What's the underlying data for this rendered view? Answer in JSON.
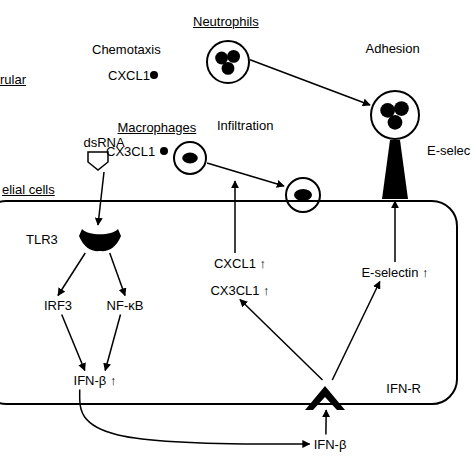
{
  "diagram": {
    "nodes": [
      {
        "text": [
          "Neutrophils"
        ]
      },
      {
        "text": [
          "Adhesion"
        ]
      },
      {
        "text": [
          "Macrophages"
        ]
      },
      {
        "text": [
          "dsRNA"
        ]
      },
      {
        "text": [
          "elial cells"
        ]
      },
      {
        "text": [
          "TLR3"
        ],
        "in": 4
      },
      {
        "text": [
          "IRF3"
        ],
        "in": 4
      },
      {
        "text": [
          "NF-κB"
        ],
        "in": 4
      },
      {
        "text": [
          "IFN-β ↑"
        ],
        "in": 4
      },
      {
        "text": [
          "CXCL1 ↑"
        ],
        "in": 4
      },
      {
        "text": [
          "CX3CL1 ↑"
        ],
        "in": 4
      },
      {
        "text": [
          "E-selectin ↑"
        ],
        "in": 4
      },
      {
        "text": [
          "IFN-R"
        ],
        "in": 4
      },
      {
        "text": [
          "IFN-β"
        ]
      }
    ],
    "edges": [
      {
        "from": 0,
        "to": 1,
        "arrow": "to"
      },
      {
        "from": 3,
        "to": 5,
        "arrow": "to"
      },
      {
        "from": 5,
        "to": 6,
        "arrow": "to"
      },
      {
        "from": 5,
        "to": 7,
        "arrow": "to"
      },
      {
        "from": 6,
        "to": 8,
        "arrow": "to"
      },
      {
        "from": 7,
        "to": 8,
        "arrow": "to"
      },
      {
        "from": 8,
        "to": 13,
        "arrow": "to"
      },
      {
        "from": 13,
        "to": 12,
        "arrow": "to"
      },
      {
        "from": 12,
        "to": 10,
        "arrow": "to"
      },
      {
        "from": 12,
        "to": 11,
        "arrow": "to"
      }
    ],
    "labels": [
      "rular",
      "Chemotaxis",
      "CXCL1",
      "CX3CL1",
      "Infiltration",
      "E-selec"
    ]
  }
}
